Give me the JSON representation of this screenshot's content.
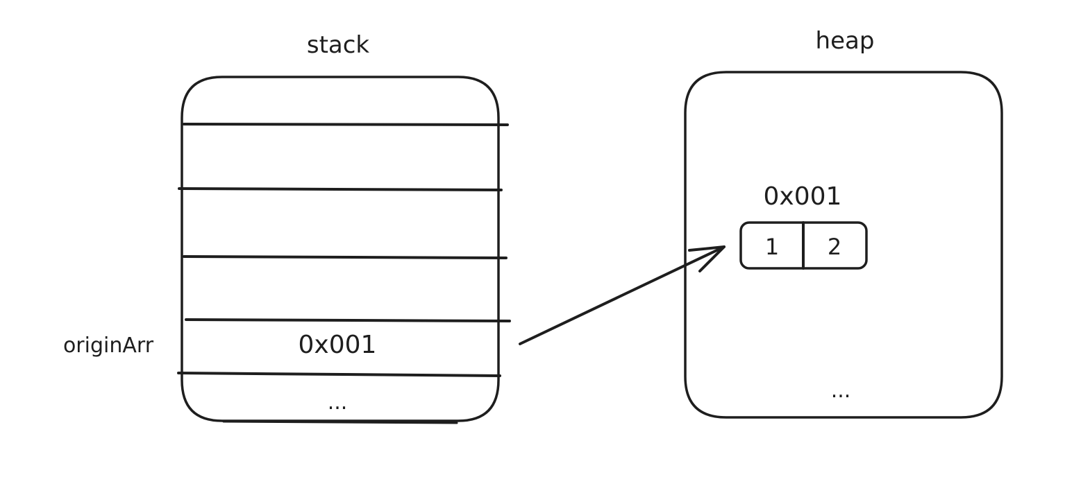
{
  "diagram": {
    "stack": {
      "title": "stack",
      "slots": [
        "",
        "",
        "",
        "0x001"
      ],
      "slot_labels": [
        "",
        "",
        "",
        "originArr"
      ],
      "ellipsis": "..."
    },
    "heap": {
      "title": "heap",
      "object_address": "0x001",
      "array_values": [
        "1",
        "2"
      ],
      "ellipsis": "..."
    },
    "arrow": {
      "from": "stack.originArr",
      "to": "heap.0x001"
    },
    "stroke_color": "#1e1e1e",
    "background_color": "#ffffff"
  }
}
